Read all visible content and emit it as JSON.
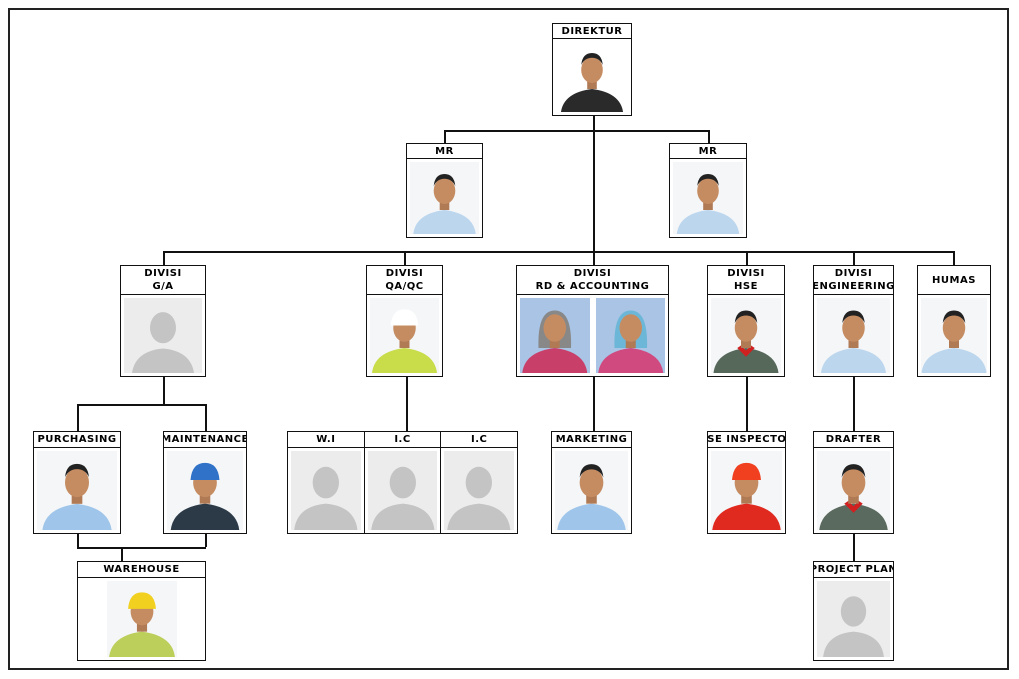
{
  "chart": {
    "direktur": "DIREKTUR",
    "mr_left": "MR",
    "mr_right": "MR",
    "divisions": {
      "ga": [
        "DIVISI",
        "G/A"
      ],
      "qaqc": [
        "DIVISI",
        "QA/QC"
      ],
      "rd": [
        "DIVISI",
        "RD & ACCOUNTING"
      ],
      "hse": [
        "DIVISI",
        "HSE"
      ],
      "eng": [
        "DIVISI",
        "ENGINEERING"
      ],
      "humas": "HUMAS"
    },
    "staff": {
      "purchasing": "PURCHASING",
      "maintenance": "MAINTENANCE",
      "wi": "W.I",
      "ic1": "I.C",
      "ic2": "I.C",
      "marketing": "MARKETING",
      "hse_inspector": "HSE INSPECTOR",
      "drafter": "DRAFTER",
      "warehouse": "WAREHOUSE",
      "project_plan": "PROJECT PLAN"
    }
  }
}
